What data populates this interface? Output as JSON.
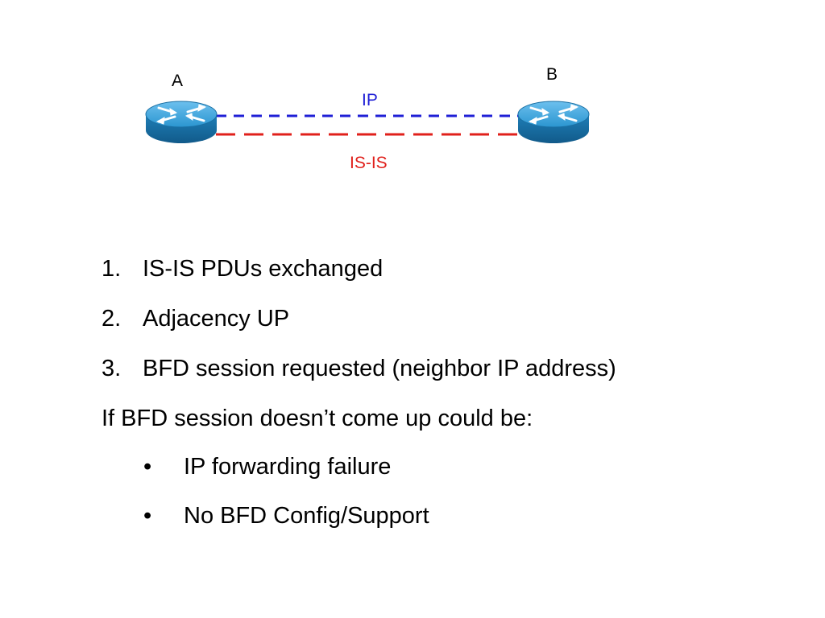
{
  "diagram": {
    "nodes": [
      {
        "id": "A",
        "label": "A",
        "type": "router"
      },
      {
        "id": "B",
        "label": "B",
        "type": "router"
      }
    ],
    "links": [
      {
        "from": "A",
        "to": "B",
        "label": "IP",
        "style": "dashed",
        "color": "#1f1fd6"
      },
      {
        "from": "A",
        "to": "B",
        "label": "IS-IS",
        "style": "dashed",
        "color": "#e0201b"
      }
    ],
    "router_color": "#1e8fc8"
  },
  "steps": [
    {
      "number": "1.",
      "text": "IS-IS PDUs exchanged"
    },
    {
      "number": "2.",
      "text": "Adjacency UP"
    },
    {
      "number": "3.",
      "text": "BFD session requested (neighbor IP address)"
    }
  ],
  "condition": "If BFD session doesn’t come up could be:",
  "causes": [
    {
      "bullet": "•",
      "text": "IP forwarding failure"
    },
    {
      "bullet": "•",
      "text": "No BFD Config/Support"
    }
  ]
}
